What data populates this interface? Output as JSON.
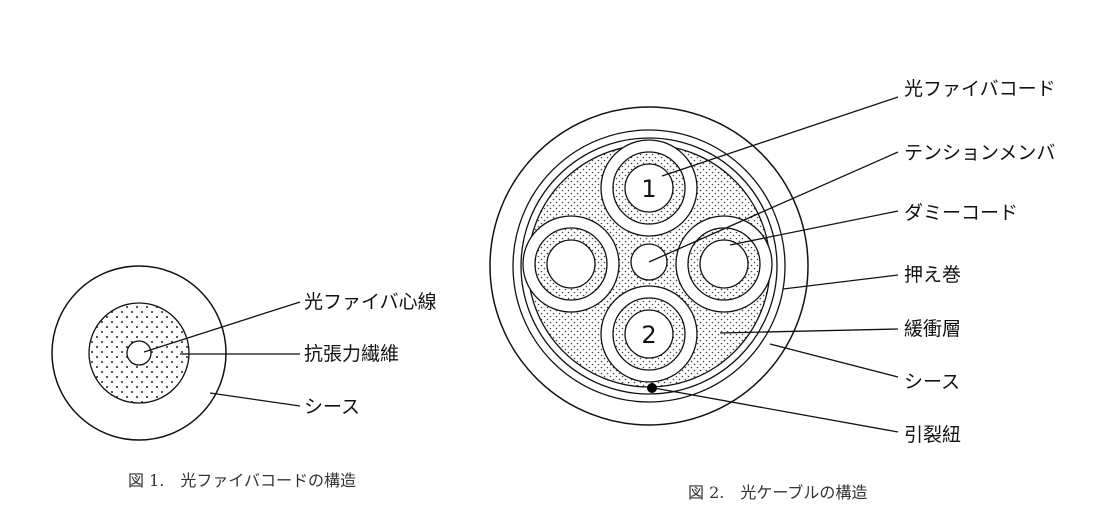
{
  "figure1": {
    "labels": {
      "fiber_core": "光ファイバ心線",
      "tensile_fiber": "抗張力繊維",
      "sheath": "シース"
    },
    "caption": "図 1.　光ファイバコードの構造"
  },
  "figure2": {
    "labels": {
      "fiber_cord": "光ファイバコード",
      "tension_member": "テンションメンバ",
      "dummy_cord": "ダミーコード",
      "binding_tape": "押え巻",
      "cushion_layer": "緩衝層",
      "sheath": "シース",
      "ripcord": "引裂紐"
    },
    "cord_numbers": {
      "top": "1",
      "bottom": "2"
    },
    "caption": "図 2.　光ケーブルの構造"
  }
}
